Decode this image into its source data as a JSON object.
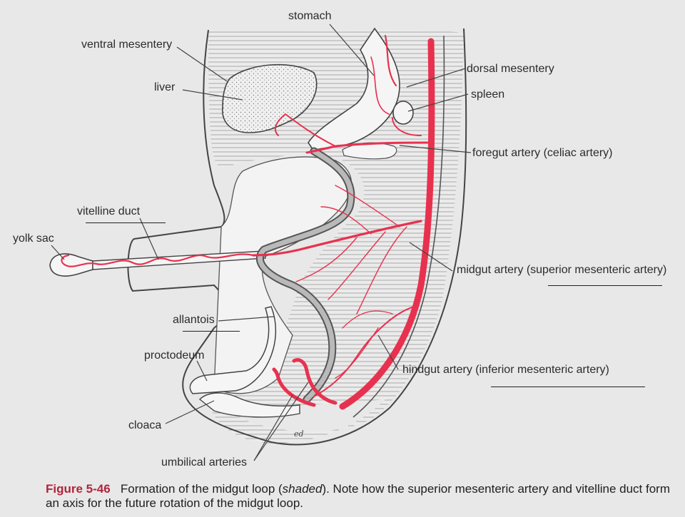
{
  "labels": {
    "stomach": "stomach",
    "ventral_mesentery": "ventral mesentery",
    "dorsal_mesentery": "dorsal mesentery",
    "liver": "liver",
    "spleen": "spleen",
    "foregut_artery": "foregut artery (celiac artery)",
    "vitelline_duct": "vitelline duct",
    "yolk_sac": "yolk sac",
    "midgut_artery": "midgut artery (superior mesenteric artery)",
    "allantois": "allantois",
    "proctodeum": "proctodeum",
    "hindgut_artery": "hindgut artery (inferior mesenteric artery)",
    "cloaca": "cloaca",
    "umbilical_arteries": "umbilical arteries",
    "artist_initials": "ed"
  },
  "caption": {
    "figure_number": "Figure 5-46",
    "text_1": "Formation of the midgut loop (",
    "emphasis": "shaded",
    "text_2": "). Note how the superior mesenteric artery and vitelline duct form an axis for the future rotation of the midgut loop."
  },
  "colors": {
    "artery": "#e8314f",
    "figure_number": "#b2243c",
    "background": "#e8e8e8"
  }
}
